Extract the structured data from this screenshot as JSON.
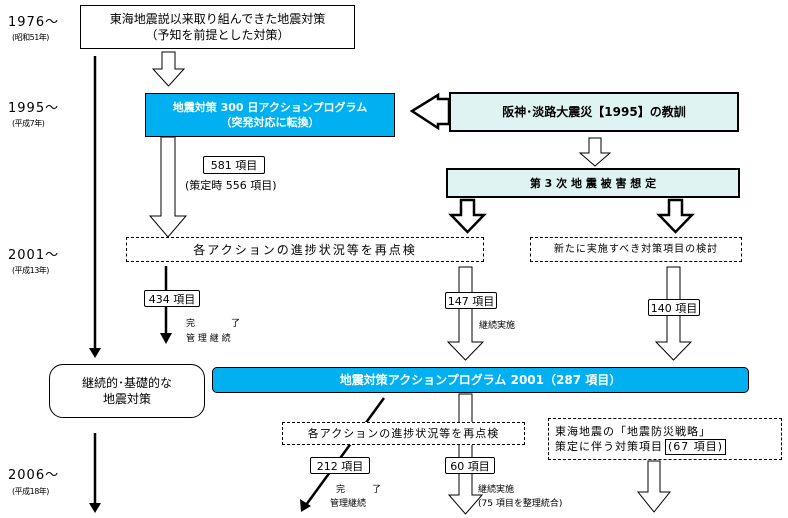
{
  "timeline": [
    {
      "year": "1976～",
      "era": "(昭和51年)"
    },
    {
      "year": "1995～",
      "era": "(平成7年)"
    },
    {
      "year": "2001～",
      "era": "(平成13年)"
    },
    {
      "year": "2006～",
      "era": "(平成18年)"
    }
  ],
  "boxes": {
    "tokai_line1": "東海地震説以来取り組んできた地震対策",
    "tokai_line2": "（予知を前提とした対策）",
    "plan300_line1": "地震対策 300 日アクションプログラム",
    "plan300_line2": "（突発対応に転換）",
    "hanshin": "阪神･淡路大震災【1995】の教訓",
    "damage3": "第 3 次 地 震 被 害 想 定",
    "recheck_2001": "各アクションの進捗状況等を再点検",
    "new_items": "新たに実施すべき対策項目の検討",
    "continuous_line1": "継続的･基礎的な",
    "continuous_line2": "地震対策",
    "program2001": "地震対策アクションプログラム 2001（287 項目）",
    "recheck_2006": "各アクションの進捗状況等を再点検",
    "strategy_line1": "東海地震の「地震防災戦略」",
    "strategy_line2": "策定に伴う対策項目",
    "strategy_count": "(67 項目)"
  },
  "counts": {
    "c581": "581 項目",
    "c581_note": "(策定時 556 項目)",
    "c434": "434 項目",
    "c147": "147 項目",
    "c140": "140 項目",
    "c212": "212 項目",
    "c60": "60 項目"
  },
  "notes": {
    "complete": "完　　　　了",
    "manage": "管 理 継 続",
    "continue": "継続実施",
    "complete2": "完　　　了",
    "manage2": "管理継続",
    "continue2": "継続実施",
    "merged": "(75 項目を整理統合)"
  },
  "colors": {
    "accent": "#00b0f0",
    "pale": "#dff4f2",
    "line": "#000000"
  }
}
